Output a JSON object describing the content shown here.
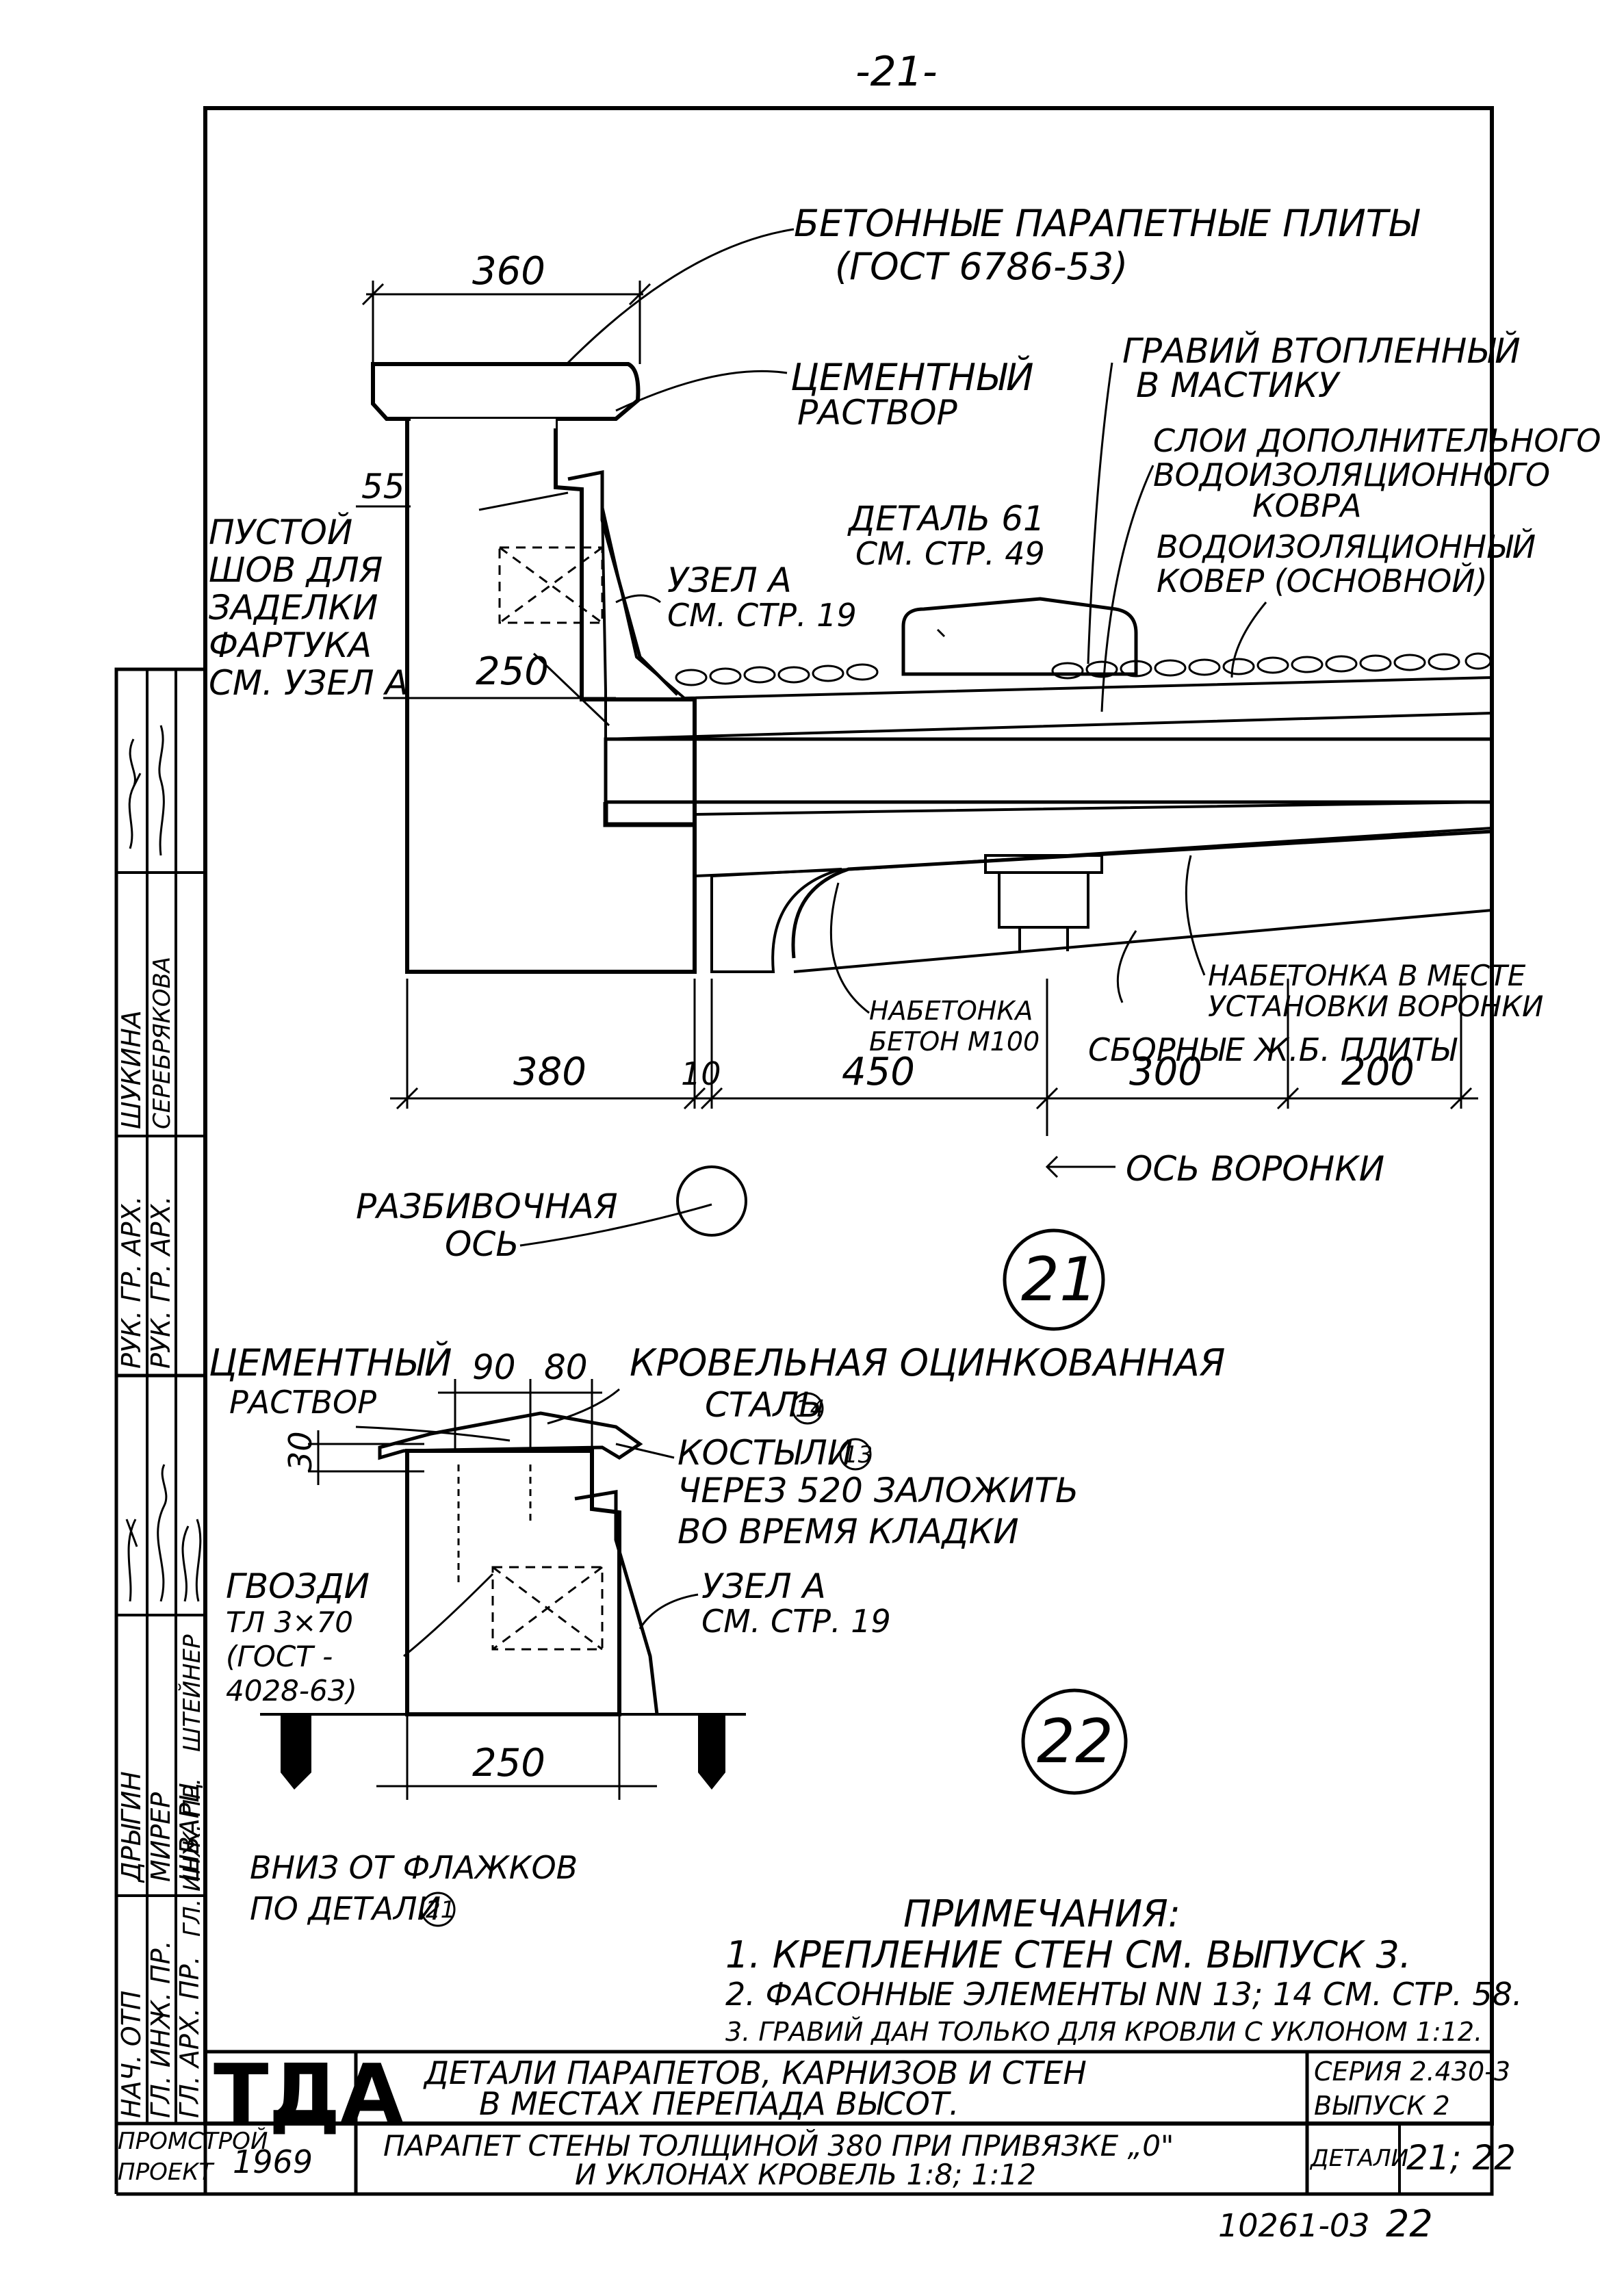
{
  "page_number": "-21-",
  "detail21": {
    "dim_top": "360",
    "dim_55": "55",
    "dim_250": "250",
    "dims_bottom": [
      "380",
      "10",
      "450",
      "300",
      "200"
    ],
    "label_concrete_slabs_l1": "БЕТОННЫЕ ПАРАПЕТНЫЕ ПЛИТЫ",
    "label_concrete_slabs_l2": "(ГОСТ 6786-53)",
    "label_cement_l1": "ЦЕМЕНТНЫЙ",
    "label_cement_l2": "РАСТВОР",
    "label_gravel_l1": "ГРАВИЙ ВТОПЛЕННЫЙ",
    "label_gravel_l2": "В МАСТИКУ",
    "label_layers_l1": "СЛОИ ДОПОЛНИТЕЛЬНОГО",
    "label_layers_l2": "ВОДОИЗОЛЯЦИОННОГО",
    "label_layers_l3": "КОВРА",
    "label_detail61_l1": "ДЕТАЛЬ 61",
    "label_detail61_l2": "СМ. СТР. 49",
    "label_waterproof_l1": "ВОДОИЗОЛЯЦИОННЫЙ",
    "label_waterproof_l2": "КОВЕР (ОСНОВНОЙ)",
    "label_hollow_l1": "ПУСТОЙ",
    "label_hollow_l2": "ШОВ ДЛЯ",
    "label_hollow_l3": "ЗАДЕЛКИ",
    "label_hollow_l4": "ФАРТУКА",
    "label_hollow_l5": "СМ. УЗЕЛ А",
    "label_nodeA_l1": "УЗЕЛ А",
    "label_nodeA_l2": "СМ. СТР. 19",
    "label_topping_l1": "НАБЕТОНКА В МЕСТЕ",
    "label_topping_l2": "УСТАНОВКИ ВОРОНКИ",
    "label_topping_m_l1": "НАБЕТОНКА",
    "label_topping_m_l2": "БЕТОН М100",
    "label_precast": "СБОРНЫЕ Ж.Б. ПЛИТЫ",
    "label_axis_l1": "РАЗБИВОЧНАЯ",
    "label_axis_l2": "ОСЬ",
    "label_funnel_axis": "ОСЬ ВОРОНКИ",
    "number": "21"
  },
  "detail22": {
    "dim_90": "90",
    "dim_80": "80",
    "dim_30": "30",
    "dim_250": "250",
    "label_cement_l1": "ЦЕМЕНТНЫЙ",
    "label_cement_l2": "РАСТВОР",
    "label_steel_l1": "КРОВЕЛЬНАЯ ОЦИНКОВАННАЯ",
    "label_steel_l2": "СТАЛЬ",
    "label_steel_ref": "14",
    "label_crutch_l1": "КОСТЫЛИ",
    "label_crutch_ref": "13",
    "label_crutch_l2": "ЧЕРЕЗ 520 ЗАЛОЖИТЬ",
    "label_crutch_l3": "ВО ВРЕМЯ КЛАДКИ",
    "label_nails_l1": "ГВОЗДИ",
    "label_nails_l2": "ТЛ 3×70",
    "label_nails_l3": "(ГОСТ -",
    "label_nails_l4": "4028-63)",
    "label_nodeA_l1": "УЗЕЛ А",
    "label_nodeA_l2": "СМ. СТР. 19",
    "label_down_l1": "ВНИЗ ОТ ФЛАЖКОВ",
    "label_down_l2": "ПО ДЕТАЛИ",
    "label_down_ref": "21",
    "number": "22"
  },
  "notes": {
    "title": "ПРИМЕЧАНИЯ:",
    "items": [
      "1. КРЕПЛЕНИЕ СТЕН СМ. ВЫПУСК 3.",
      "2. ФАСОННЫЕ ЭЛЕМЕНТЫ NN 13; 14 СМ. СТР. 58.",
      "3. ГРАВИЙ ДАН ТОЛЬКО ДЛЯ КРОВЛИ С УКЛОНОМ 1:12."
    ]
  },
  "title_block": {
    "logo": "ТДА",
    "year": "1969",
    "org_l1": "ПРОМСТРОЙ",
    "org_l2": "ПРОЕКТ",
    "title_l1": "ДЕТАЛИ ПАРАПЕТОВ, КАРНИЗОВ И СТЕН",
    "title_l2": "В МЕСТАХ ПЕРЕПАДА ВЫСОТ.",
    "subtitle_l1": "ПАРАПЕТ СТЕНЫ ТОЛЩИНОЙ 380 ПРИ ПРИВЯЗКЕ „0\"",
    "subtitle_l2": "И УКЛОНАХ КРОВЕЛЬ 1:8; 1:12",
    "series": "СЕРИЯ 2.430-3",
    "issue": "ВЫПУСК 2",
    "detail_label": "ДЕТАЛИ",
    "detail_value": "21; 22",
    "doc_number": "10261-03",
    "sheet": "22"
  },
  "side_stamp": {
    "positions": [
      "НАЧ. ОТП",
      "ГЛ. ИНЖ. ПР.",
      "ГЛ. АРХ. ПР.",
      "ГЛ. ИНЖ. ПР.",
      "РУК. ГР. АРХ.",
      "РУК. ГР. АРХ."
    ],
    "names": [
      "ДРЫГИН",
      "МИРЕР",
      "ШВАРЦ",
      "ШТЕЙНЕР",
      "ШУКИНА",
      "СЕРЕБРЯКОВА"
    ]
  }
}
